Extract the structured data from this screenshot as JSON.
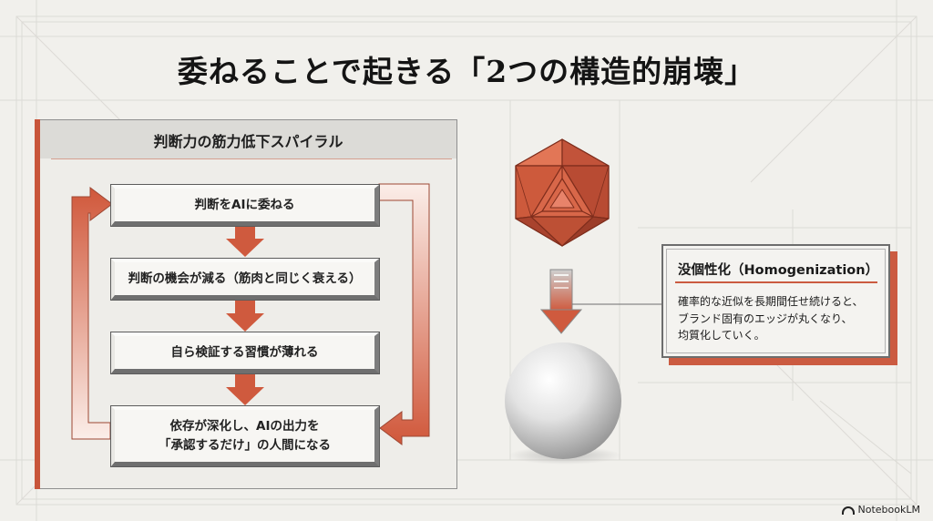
{
  "title": "委ねることで起きる「2つの構造的崩壊」",
  "spiral": {
    "title": "判断力の筋力低下スパイラル",
    "steps": [
      {
        "lines": [
          "判断をAIに委ねる"
        ]
      },
      {
        "lines": [
          "判断の機会が減る（筋肉と同じく衰える）"
        ]
      },
      {
        "lines": [
          "自ら検証する習慣が薄れる"
        ]
      },
      {
        "lines": [
          "依存が深化し、AIの出力を",
          "「承認するだけ」の人間になる"
        ]
      }
    ]
  },
  "homogenization": {
    "title": "没個性化（Homogenization）",
    "body_lines": [
      "確率的な近似を長期間任せ続けると、",
      "ブランド固有のエッジが丸くなり、",
      "均質化していく。"
    ]
  },
  "colors": {
    "accent": "#c8553a",
    "background": "#f1f0ec",
    "panel_border": "#8f8f8f"
  },
  "branding": {
    "label": "NotebookLM"
  }
}
